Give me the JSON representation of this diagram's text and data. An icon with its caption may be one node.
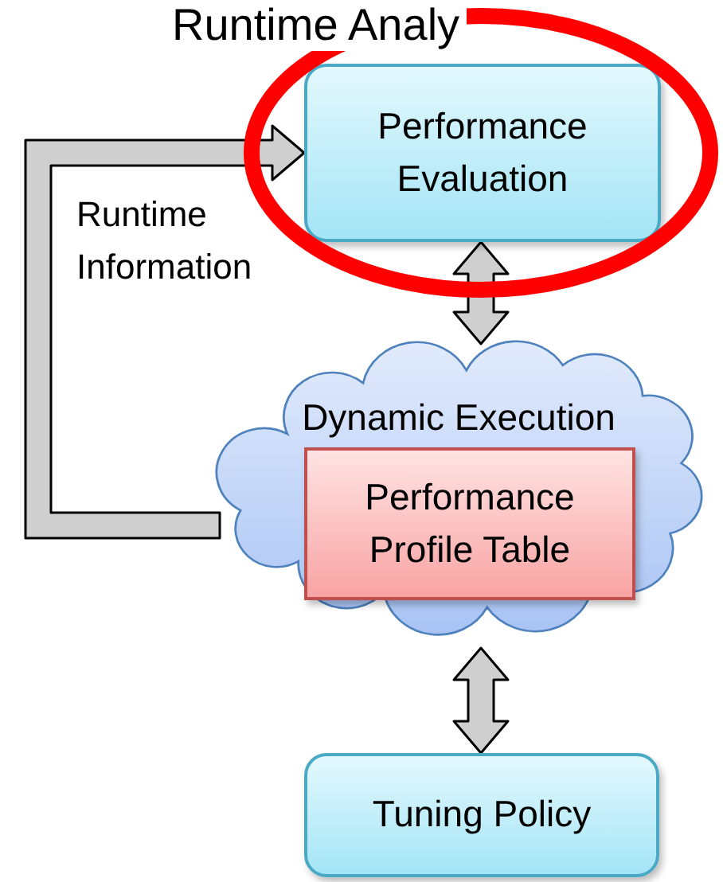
{
  "diagram": {
    "title": "Runtime Analy",
    "nodes": [
      {
        "text": [
          "Performance Evaluation"
        ]
      },
      {
        "text": [
          "Dynamic Execution"
        ]
      },
      {
        "text": [
          "Performance Profile Table"
        ],
        "in": 1
      },
      {
        "text": [
          "Tuning Policy"
        ]
      }
    ],
    "edges": [
      {
        "from": 0,
        "to": 1,
        "arrow": "both"
      },
      {
        "from": 1,
        "to": 0,
        "arrow": "to",
        "label": "Runtime Information"
      },
      {
        "from": 1,
        "to": 3,
        "arrow": "both"
      }
    ]
  }
}
